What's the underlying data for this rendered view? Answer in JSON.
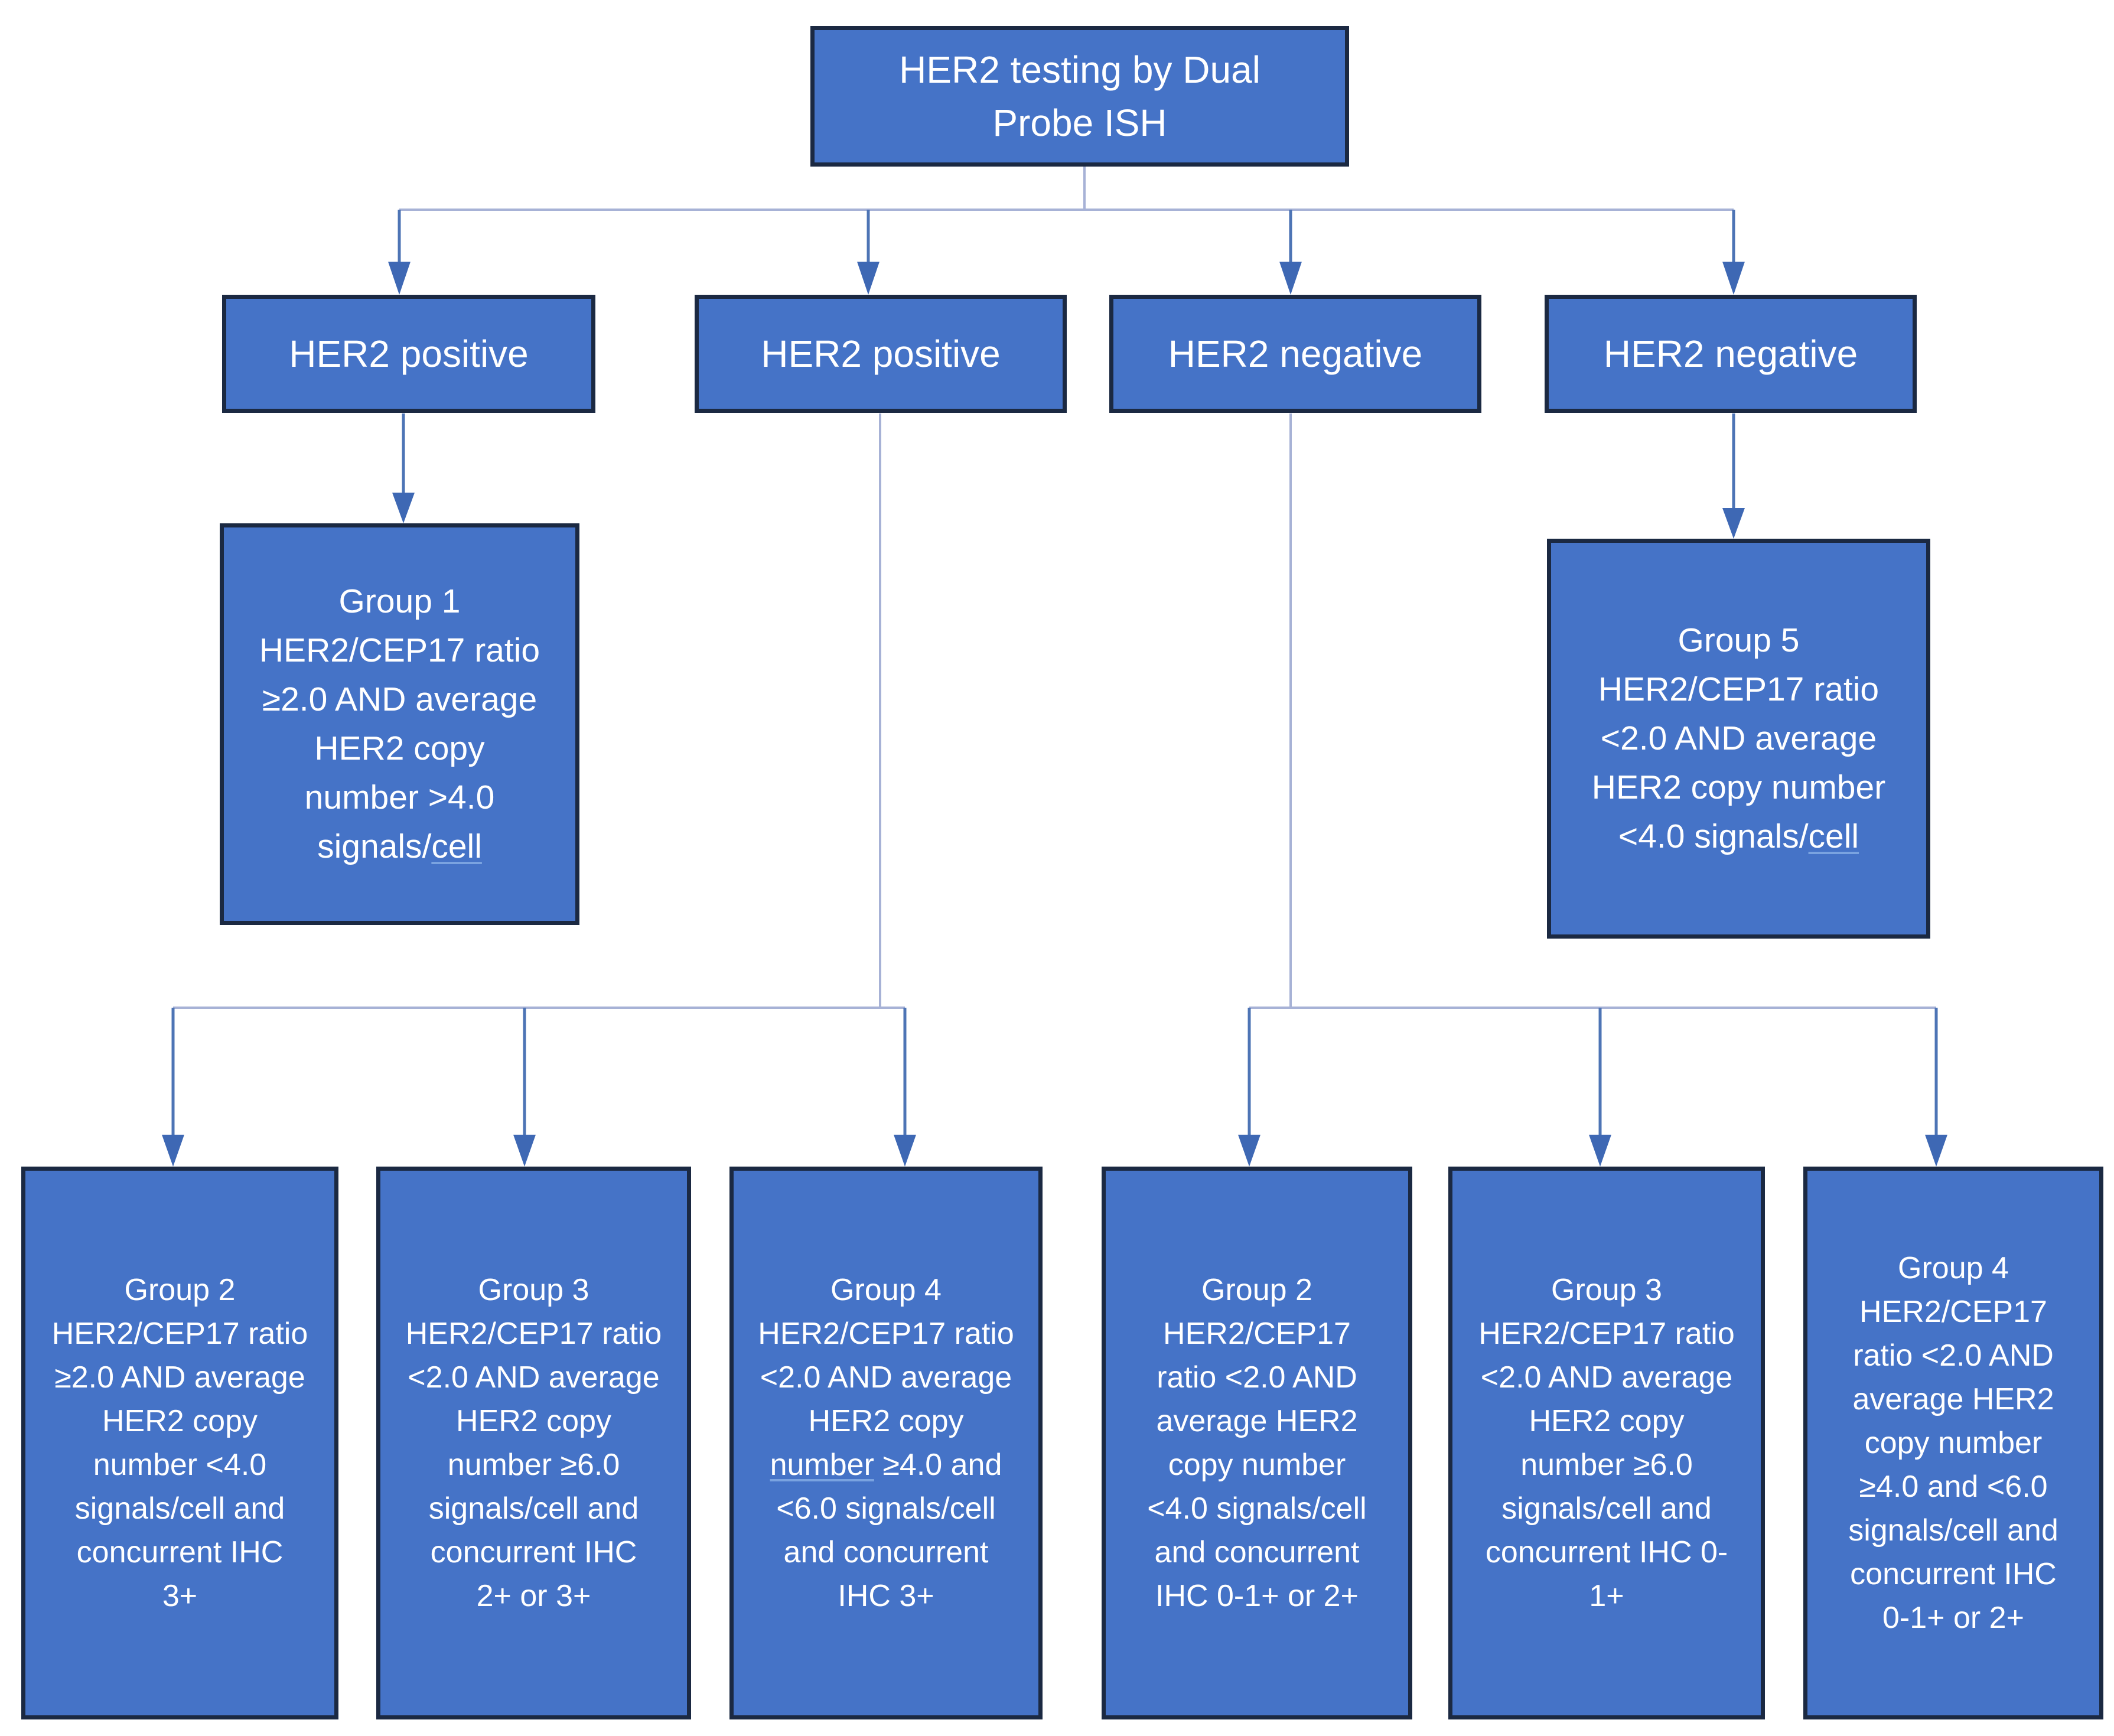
{
  "diagram_title": "HER2 testing by Dual Probe ISH",
  "colors": {
    "box_fill": "#4573c7",
    "box_border": "#1b2942",
    "box_text": "#ffffff",
    "connector": "#a7b2d6",
    "arrow": "#3e68b4",
    "stem": "#4d74b5"
  },
  "boxes": {
    "root": {
      "lines": [
        "HER2 testing by Dual",
        "Probe ISH"
      ]
    },
    "her2_positive_1": {
      "lines": [
        "HER2 positive"
      ]
    },
    "her2_positive_2": {
      "lines": [
        "HER2 positive"
      ]
    },
    "her2_negative_1": {
      "lines": [
        "HER2 negative"
      ]
    },
    "her2_negative_2": {
      "lines": [
        "HER2 negative"
      ]
    },
    "group1": {
      "lines": [
        "Group 1",
        "HER2/CEP17 ratio",
        "≥2.0 AND average",
        "HER2 copy",
        "number >4.0",
        "signals/cell"
      ],
      "underline_words": [
        "cell"
      ]
    },
    "group5": {
      "lines": [
        "Group 5",
        "HER2/CEP17 ratio",
        "<2.0 AND average",
        "HER2 copy number",
        "<4.0 signals/cell"
      ],
      "underline_words": [
        "cell"
      ]
    },
    "group2_pos": {
      "lines": [
        "Group 2",
        "HER2/CEP17 ratio",
        "≥2.0 AND average",
        "HER2 copy",
        "number <4.0",
        "signals/cell and",
        "concurrent IHC",
        "3+"
      ]
    },
    "group3_pos": {
      "lines": [
        "Group 3",
        "HER2/CEP17 ratio",
        "<2.0 AND average",
        "HER2 copy",
        "number ≥6.0",
        "signals/cell and",
        "concurrent IHC",
        "2+ or 3+"
      ]
    },
    "group4_pos": {
      "lines": [
        "Group 4",
        "HER2/CEP17 ratio",
        "<2.0 AND average",
        "HER2 copy",
        "number ≥4.0 and",
        "<6.0 signals/cell",
        "and concurrent",
        "IHC 3+"
      ],
      "underline_words": [
        "number"
      ]
    },
    "group2_neg": {
      "lines": [
        "Group 2",
        "HER2/CEP17",
        "ratio <2.0 AND",
        "average HER2",
        "copy number",
        "<4.0 signals/cell",
        "and concurrent",
        "IHC 0-1+ or 2+"
      ]
    },
    "group3_neg": {
      "lines": [
        "Group 3",
        "HER2/CEP17 ratio",
        "<2.0 AND average",
        "HER2 copy",
        "number ≥6.0",
        "signals/cell and",
        "concurrent IHC 0-",
        "1+"
      ]
    },
    "group4_neg": {
      "lines": [
        "Group 4",
        "HER2/CEP17",
        "ratio <2.0 AND",
        "average HER2",
        "copy number",
        "≥4.0 and <6.0",
        "signals/cell and",
        "concurrent IHC",
        "0-1+ or 2+"
      ]
    }
  }
}
